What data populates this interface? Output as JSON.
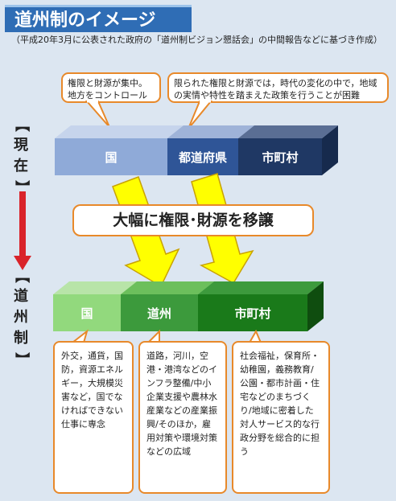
{
  "title": "道州制のイメージ",
  "subtitle": "（平成20年3月に公表された政府の「道州制ビジョン懇話会」の中間報告などに基づき作成）",
  "callouts": {
    "left": "権限と財源が集中。地方をコントロール",
    "right": "限られた権限と財源では，時代の変化の中で，地域の実情や特性を踏まえた政策を行うことが困難"
  },
  "labels": {
    "current_bracket_open": "【",
    "current_chars": [
      "現",
      "在"
    ],
    "current_bracket_close": "】",
    "future_bracket_open": "【",
    "future_chars": [
      "道",
      "州",
      "制"
    ],
    "future_bracket_close": "】"
  },
  "current_bar": {
    "kuni": "国",
    "todofuken": "都道府県",
    "shichoson": "市町村"
  },
  "banner": "大幅に権限･財源を移譲",
  "future_bar": {
    "kuni": "国",
    "doshu": "道州",
    "shichoson": "市町村"
  },
  "bottom_boxes": {
    "kuni": "外交，通貨，国防，資源エネルギー，大規模災害など，国でなければできない仕事に専念",
    "doshu": "道路，河川，空港・港湾などのインフラ整備/中小企業支援や農林水産業などの産業振興/そのほか，雇用対策や環境対策などの広域",
    "shichoson": "社会福祉，保育所・幼稚園，義務教育/公園・都市計画・住宅などのまちづくり/地域に密着した対人サービス的な行政分野を総合的に担う"
  },
  "colors": {
    "title_bg": "#2f6db5",
    "callout_border": "#e8892a",
    "current_kuni": "#8faad8",
    "current_todofuken": "#2f5597",
    "current_shichoson": "#1f3864",
    "future_kuni": "#92d97d",
    "future_doshu": "#3c9a3c",
    "future_shichoson": "#1a7a1a",
    "arrow": "#ffff00",
    "vertical_arrow": "#d9232a"
  }
}
